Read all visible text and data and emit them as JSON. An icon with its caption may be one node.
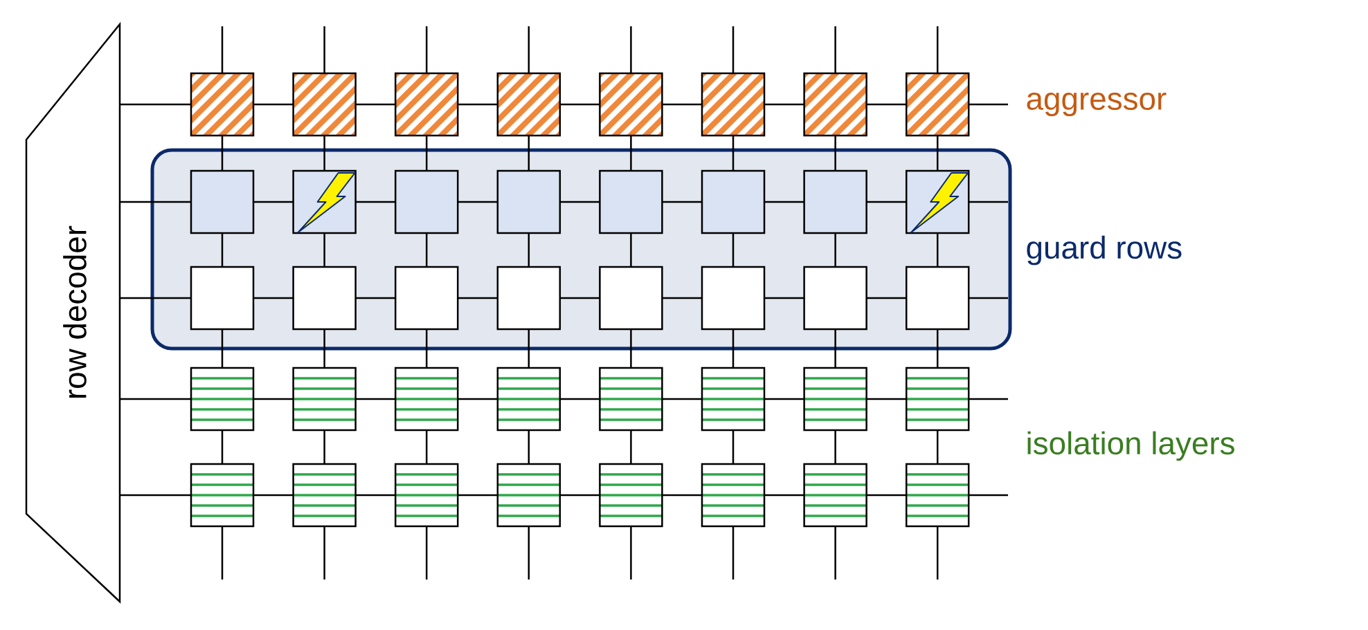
{
  "diagram": {
    "nodes": [
      {
        "text": [
          "row decoder"
        ]
      },
      {
        "text": [
          "guard rows"
        ]
      }
    ],
    "labels": [
      "aggressor",
      "isolation layers"
    ]
  }
}
